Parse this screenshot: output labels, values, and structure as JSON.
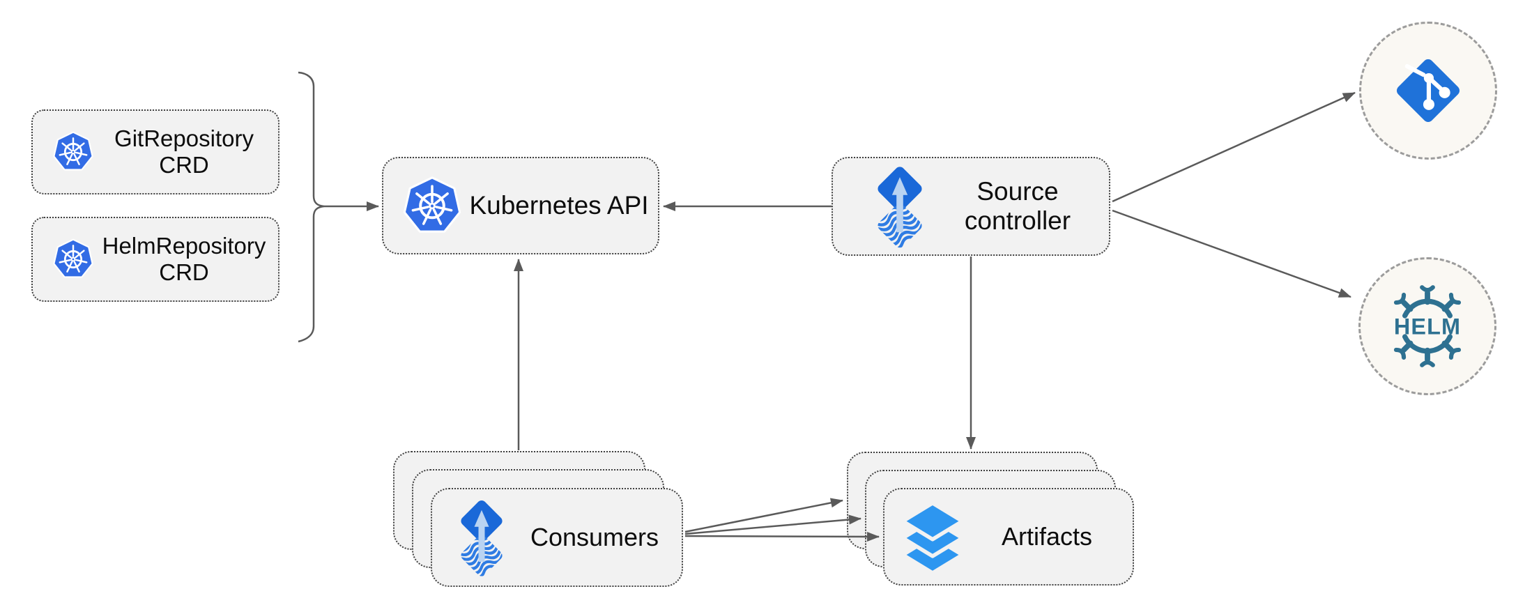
{
  "diagram_name": "flux-source-controller-architecture",
  "colors": {
    "page_bg": "#ffffff",
    "box_fill": "#f2f2f2",
    "box_border": "#3f3f3f",
    "circle_fill": "#faf8f3",
    "circle_border": "#9c9c9c",
    "arrow": "#5a5a5a",
    "label_text": "#0d0d0d",
    "kubernetes_blue": "#326ce5",
    "flux_blue": "#1a68d8",
    "flux_wave_blue": "#2f7ce3",
    "flux_arrow_light": "#b9d3f2",
    "layers_blue": "#2d96f0",
    "git_blue": "#1f72d9",
    "helm_teal": "#2e7191"
  },
  "nodes": {
    "git_crd": {
      "line1": "GitRepository",
      "line2": "CRD",
      "icon": "kubernetes-icon"
    },
    "helm_crd": {
      "line1": "HelmRepository",
      "line2": "CRD",
      "icon": "kubernetes-icon"
    },
    "kubernetes_api": {
      "label": "Kubernetes API",
      "icon": "kubernetes-icon"
    },
    "source_controller": {
      "line1": "Source",
      "line2": "controller",
      "icon": "flux-source-controller-icon"
    },
    "consumers": {
      "label": "Consumers",
      "icon": "flux-source-controller-icon",
      "stack_count": 3
    },
    "artifacts": {
      "label": "Artifacts",
      "icon": "layers-icon",
      "stack_count": 3
    },
    "git_repository": {
      "icon": "git-icon"
    },
    "helm_repository": {
      "icon": "helm-icon",
      "logo_text": "HELM"
    }
  },
  "edges": [
    {
      "from": "crd-group-brace",
      "to": "kubernetes_api",
      "type": "arrow"
    },
    {
      "from": "source_controller",
      "to": "kubernetes_api",
      "type": "arrow"
    },
    {
      "from": "consumers",
      "to": "kubernetes_api",
      "type": "arrow"
    },
    {
      "from": "source_controller",
      "to": "git_repository",
      "type": "arrow"
    },
    {
      "from": "source_controller",
      "to": "helm_repository",
      "type": "arrow"
    },
    {
      "from": "source_controller",
      "to": "artifacts",
      "type": "arrow"
    },
    {
      "from": "consumers",
      "to": "artifacts",
      "type": "arrow",
      "count": 3
    }
  ]
}
